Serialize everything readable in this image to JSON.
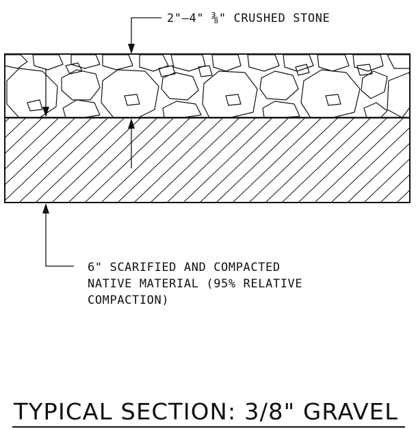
{
  "labels": {
    "stone_callout": "2\"–4\" ⅜\" CRUSHED STONE",
    "native_line_1": "6\" SCARIFIED AND COMPACTED",
    "native_line_2": "NATIVE MATERIAL (95% RELATIVE",
    "native_line_3": "COMPACTION)"
  },
  "title": "TYPICAL SECTION: 3/8\" GRAVEL",
  "colors": {
    "line": "#111111",
    "background": "#ffffff"
  }
}
